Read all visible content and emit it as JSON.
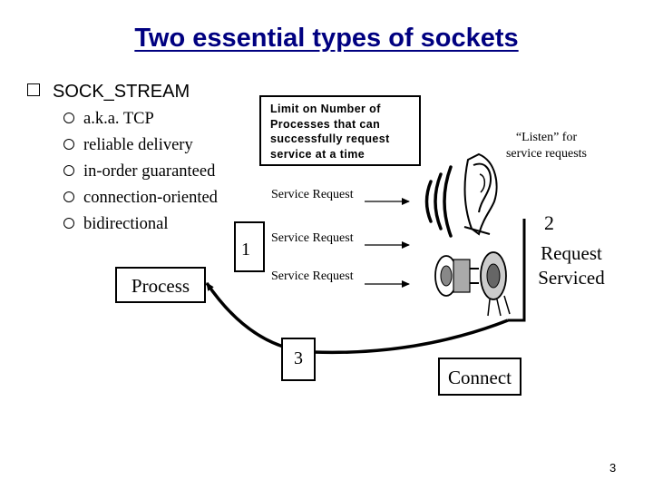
{
  "title": "Two essential types of sockets",
  "bullets": {
    "main": "SOCK_STREAM",
    "sub": [
      "a.k.a. TCP",
      "reliable delivery",
      "in-order guaranteed",
      "connection-oriented",
      "bidirectional"
    ]
  },
  "diagram": {
    "limit_box": [
      "Limit on Number of",
      "Processes that can",
      "successfully request",
      "service at a time"
    ],
    "listen_note": [
      "“Listen” for",
      "service requests"
    ],
    "service_request_label": "Service Request",
    "step1": "1",
    "step2": "2",
    "step3": "3",
    "request_serviced": [
      "Request",
      "Serviced"
    ],
    "process_label": "Process",
    "connect_label": "Connect"
  },
  "page_number": "3",
  "colors": {
    "title": "#000080",
    "stroke": "#000000",
    "background": "#ffffff"
  },
  "icons": [
    "bullet-square-icon",
    "bullet-circle-icon",
    "ear-icon",
    "sound-waves-icon",
    "plug-socket-icon"
  ]
}
